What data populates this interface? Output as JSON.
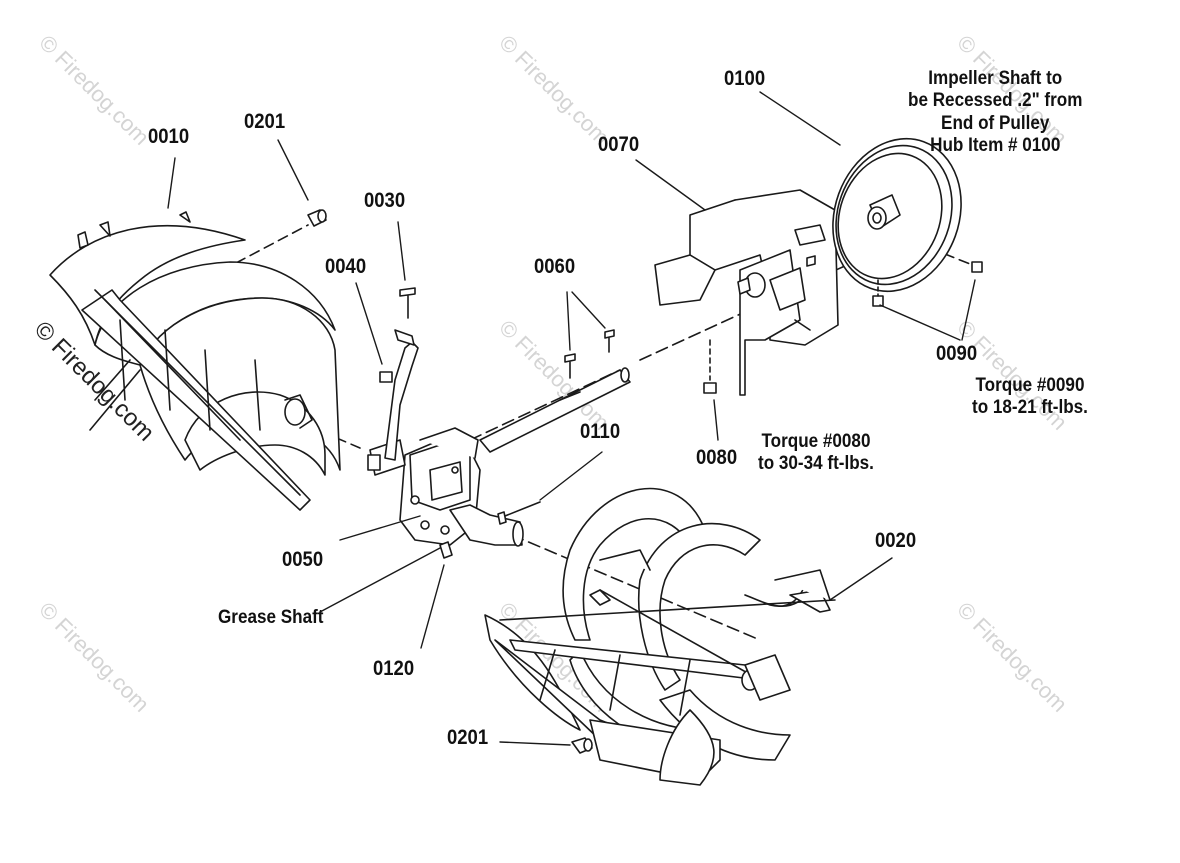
{
  "watermark": "© Firedog.com",
  "parts": {
    "p0010": "0010",
    "p0201_top": "0201",
    "p0030": "0030",
    "p0040": "0040",
    "p0060": "0060",
    "p0070": "0070",
    "p0100": "0100",
    "p0090": "0090",
    "p0080": "0080",
    "p0110": "0110",
    "p0050": "0050",
    "p0020": "0020",
    "p0120": "0120",
    "p0201_bottom": "0201"
  },
  "notes": {
    "impeller_line1": "Impeller Shaft to",
    "impeller_line2": "be Recessed .2\" from",
    "impeller_line3": "End of Pulley",
    "impeller_line4": "Hub Item # 0100",
    "torque_0090_line1": "Torque #0090",
    "torque_0090_line2": "to 18-21 ft-lbs.",
    "torque_0080_line1": "Torque #0080",
    "torque_0080_line2": "to 30-34 ft-lbs.",
    "grease_shaft": "Grease Shaft"
  }
}
